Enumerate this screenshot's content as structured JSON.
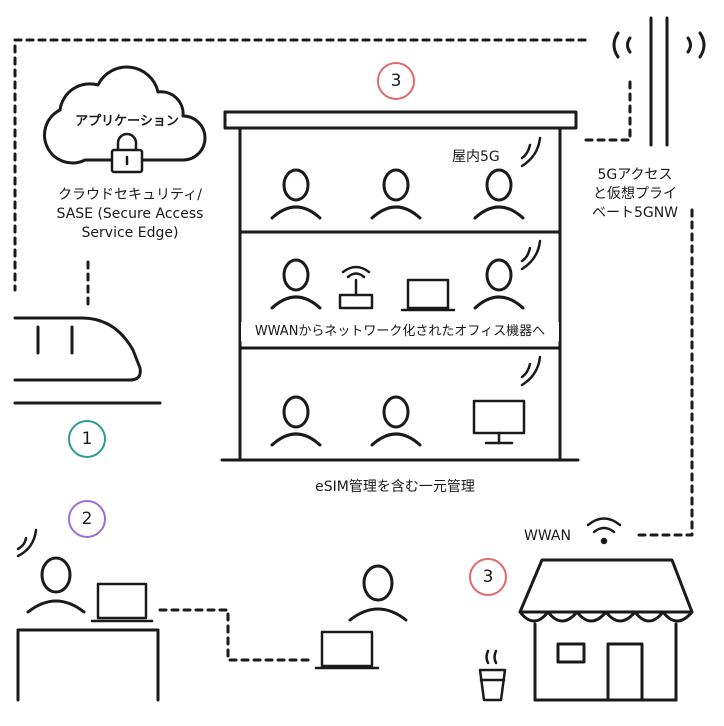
{
  "labels": {
    "application": "アプリケーション",
    "cloud_security": [
      "クラウドセキュリティ/",
      "SASE (Secure Access",
      "Service Edge)"
    ],
    "indoor_5g": "屋内5G",
    "office_devices": "WWANからネットワーク化されたオフィス機器へ",
    "esim_management": "eSIM管理を含む一元管理",
    "private_5g": [
      "5Gアクセス",
      "と仮想プライ",
      "ベート5GNW"
    ],
    "wwan": "WWAN"
  },
  "badges": [
    {
      "text": "1",
      "color": "#2a9d8f"
    },
    {
      "text": "2",
      "color": "#9b6fd8"
    },
    {
      "text": "3",
      "color": "#e06a6a"
    },
    {
      "text": "3",
      "color": "#e06a6a"
    }
  ],
  "colors": {
    "line": "#1a1a1a",
    "teal": "#2a9d8f",
    "purple": "#9b6fd8",
    "coral": "#e06a6a"
  }
}
